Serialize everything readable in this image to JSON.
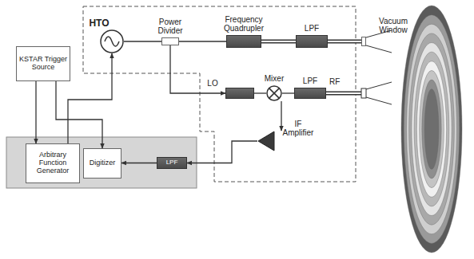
{
  "diagram": {
    "nodes": [
      {
        "text": [
          "KSTAR Trigger Source"
        ]
      },
      {
        "text": [
          "HTO"
        ]
      },
      {
        "text": [
          "Power Divider"
        ]
      },
      {
        "text": [
          "Frequency Quadrupler"
        ]
      },
      {
        "text": [
          "LPF"
        ]
      },
      {
        "text": [
          "Vacuum Window"
        ]
      },
      {
        "text": [
          "LO"
        ]
      },
      {
        "text": [
          "Mixer"
        ]
      },
      {
        "text": [
          "LPF"
        ]
      },
      {
        "text": [
          "IF Amplifier"
        ]
      },
      {
        "text": [
          "Arbitrary Function Generator"
        ]
      },
      {
        "text": [
          "Digitizer"
        ]
      },
      {
        "text": [
          "LPF"
        ]
      }
    ],
    "edges": [
      {
        "from": 0,
        "to": 10,
        "arrow": "to"
      },
      {
        "from": 0,
        "to": 11,
        "arrow": "to"
      },
      {
        "from": 10,
        "to": 1,
        "arrow": "to"
      },
      {
        "from": 1,
        "to": 2,
        "arrow": "none"
      },
      {
        "from": 2,
        "to": 3,
        "arrow": "none"
      },
      {
        "from": 3,
        "to": 4,
        "arrow": "none"
      },
      {
        "from": 4,
        "to": 5,
        "arrow": "none"
      },
      {
        "from": 2,
        "to": 6,
        "arrow": "to"
      },
      {
        "from": 6,
        "to": 7,
        "arrow": "none"
      },
      {
        "from": 7,
        "to": 8,
        "arrow": "none"
      },
      {
        "from": 7,
        "to": 9,
        "arrow": "to"
      },
      {
        "from": 9,
        "to": 12,
        "arrow": "to"
      },
      {
        "from": 12,
        "to": 11,
        "arrow": "to"
      }
    ],
    "labels": [
      "RF"
    ]
  }
}
